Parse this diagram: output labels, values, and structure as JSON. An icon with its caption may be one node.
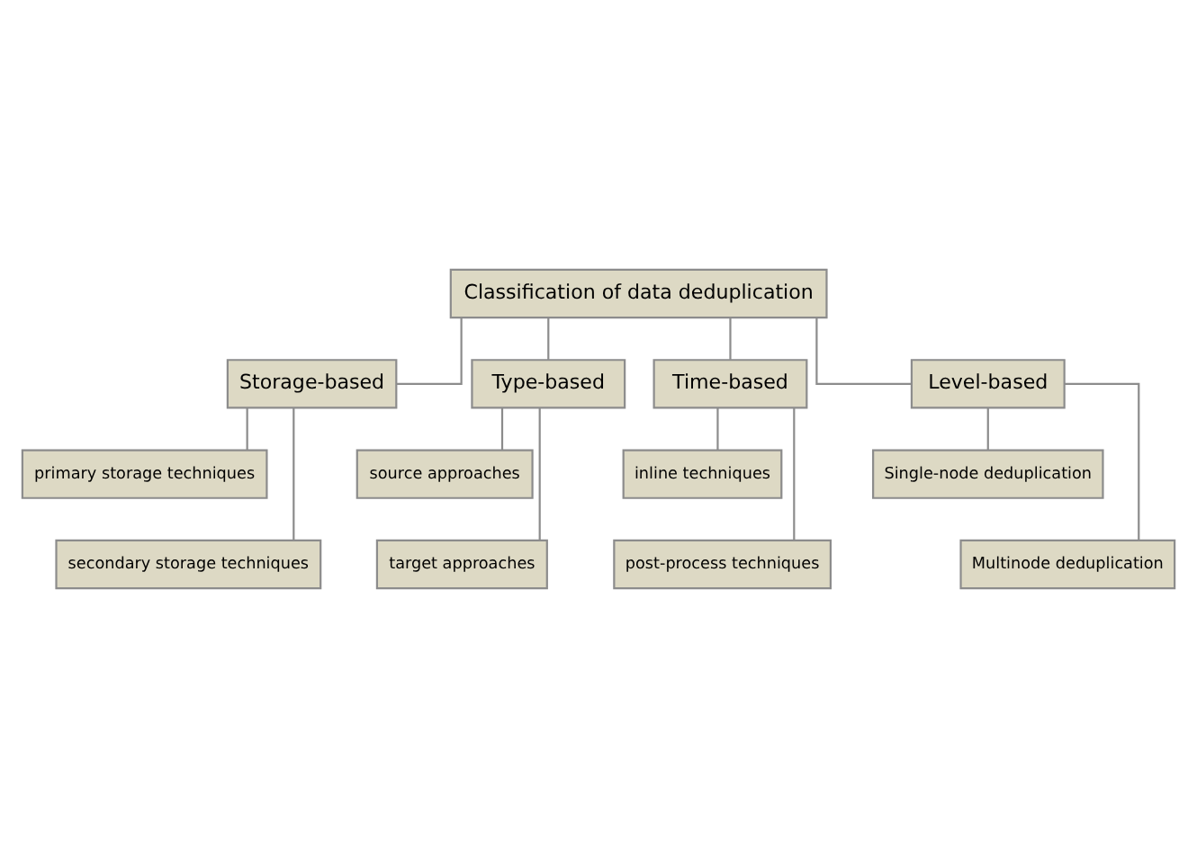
{
  "diagram": {
    "nodes": [
      {
        "text": [
          "Classification of data deduplication"
        ]
      },
      {
        "text": [
          "Storage-based"
        ]
      },
      {
        "text": [
          "Type-based"
        ]
      },
      {
        "text": [
          "Time-based"
        ]
      },
      {
        "text": [
          "Level-based"
        ]
      },
      {
        "text": [
          "primary storage techniques"
        ]
      },
      {
        "text": [
          "secondary storage techniques"
        ]
      },
      {
        "text": [
          "source approaches"
        ]
      },
      {
        "text": [
          "target approaches"
        ]
      },
      {
        "text": [
          "inline techniques"
        ]
      },
      {
        "text": [
          "post-process techniques"
        ]
      },
      {
        "text": [
          "Single-node deduplication"
        ]
      },
      {
        "text": [
          "Multinode deduplication"
        ]
      }
    ],
    "edges": [
      {
        "from": 0,
        "to": 1,
        "arrow": "none"
      },
      {
        "from": 0,
        "to": 2,
        "arrow": "none"
      },
      {
        "from": 0,
        "to": 3,
        "arrow": "none"
      },
      {
        "from": 0,
        "to": 4,
        "arrow": "none"
      },
      {
        "from": 1,
        "to": 5,
        "arrow": "none"
      },
      {
        "from": 1,
        "to": 6,
        "arrow": "none"
      },
      {
        "from": 2,
        "to": 7,
        "arrow": "none"
      },
      {
        "from": 2,
        "to": 8,
        "arrow": "none"
      },
      {
        "from": 3,
        "to": 9,
        "arrow": "none"
      },
      {
        "from": 3,
        "to": 10,
        "arrow": "none"
      },
      {
        "from": 4,
        "to": 11,
        "arrow": "none"
      },
      {
        "from": 4,
        "to": 12,
        "arrow": "none"
      }
    ]
  }
}
